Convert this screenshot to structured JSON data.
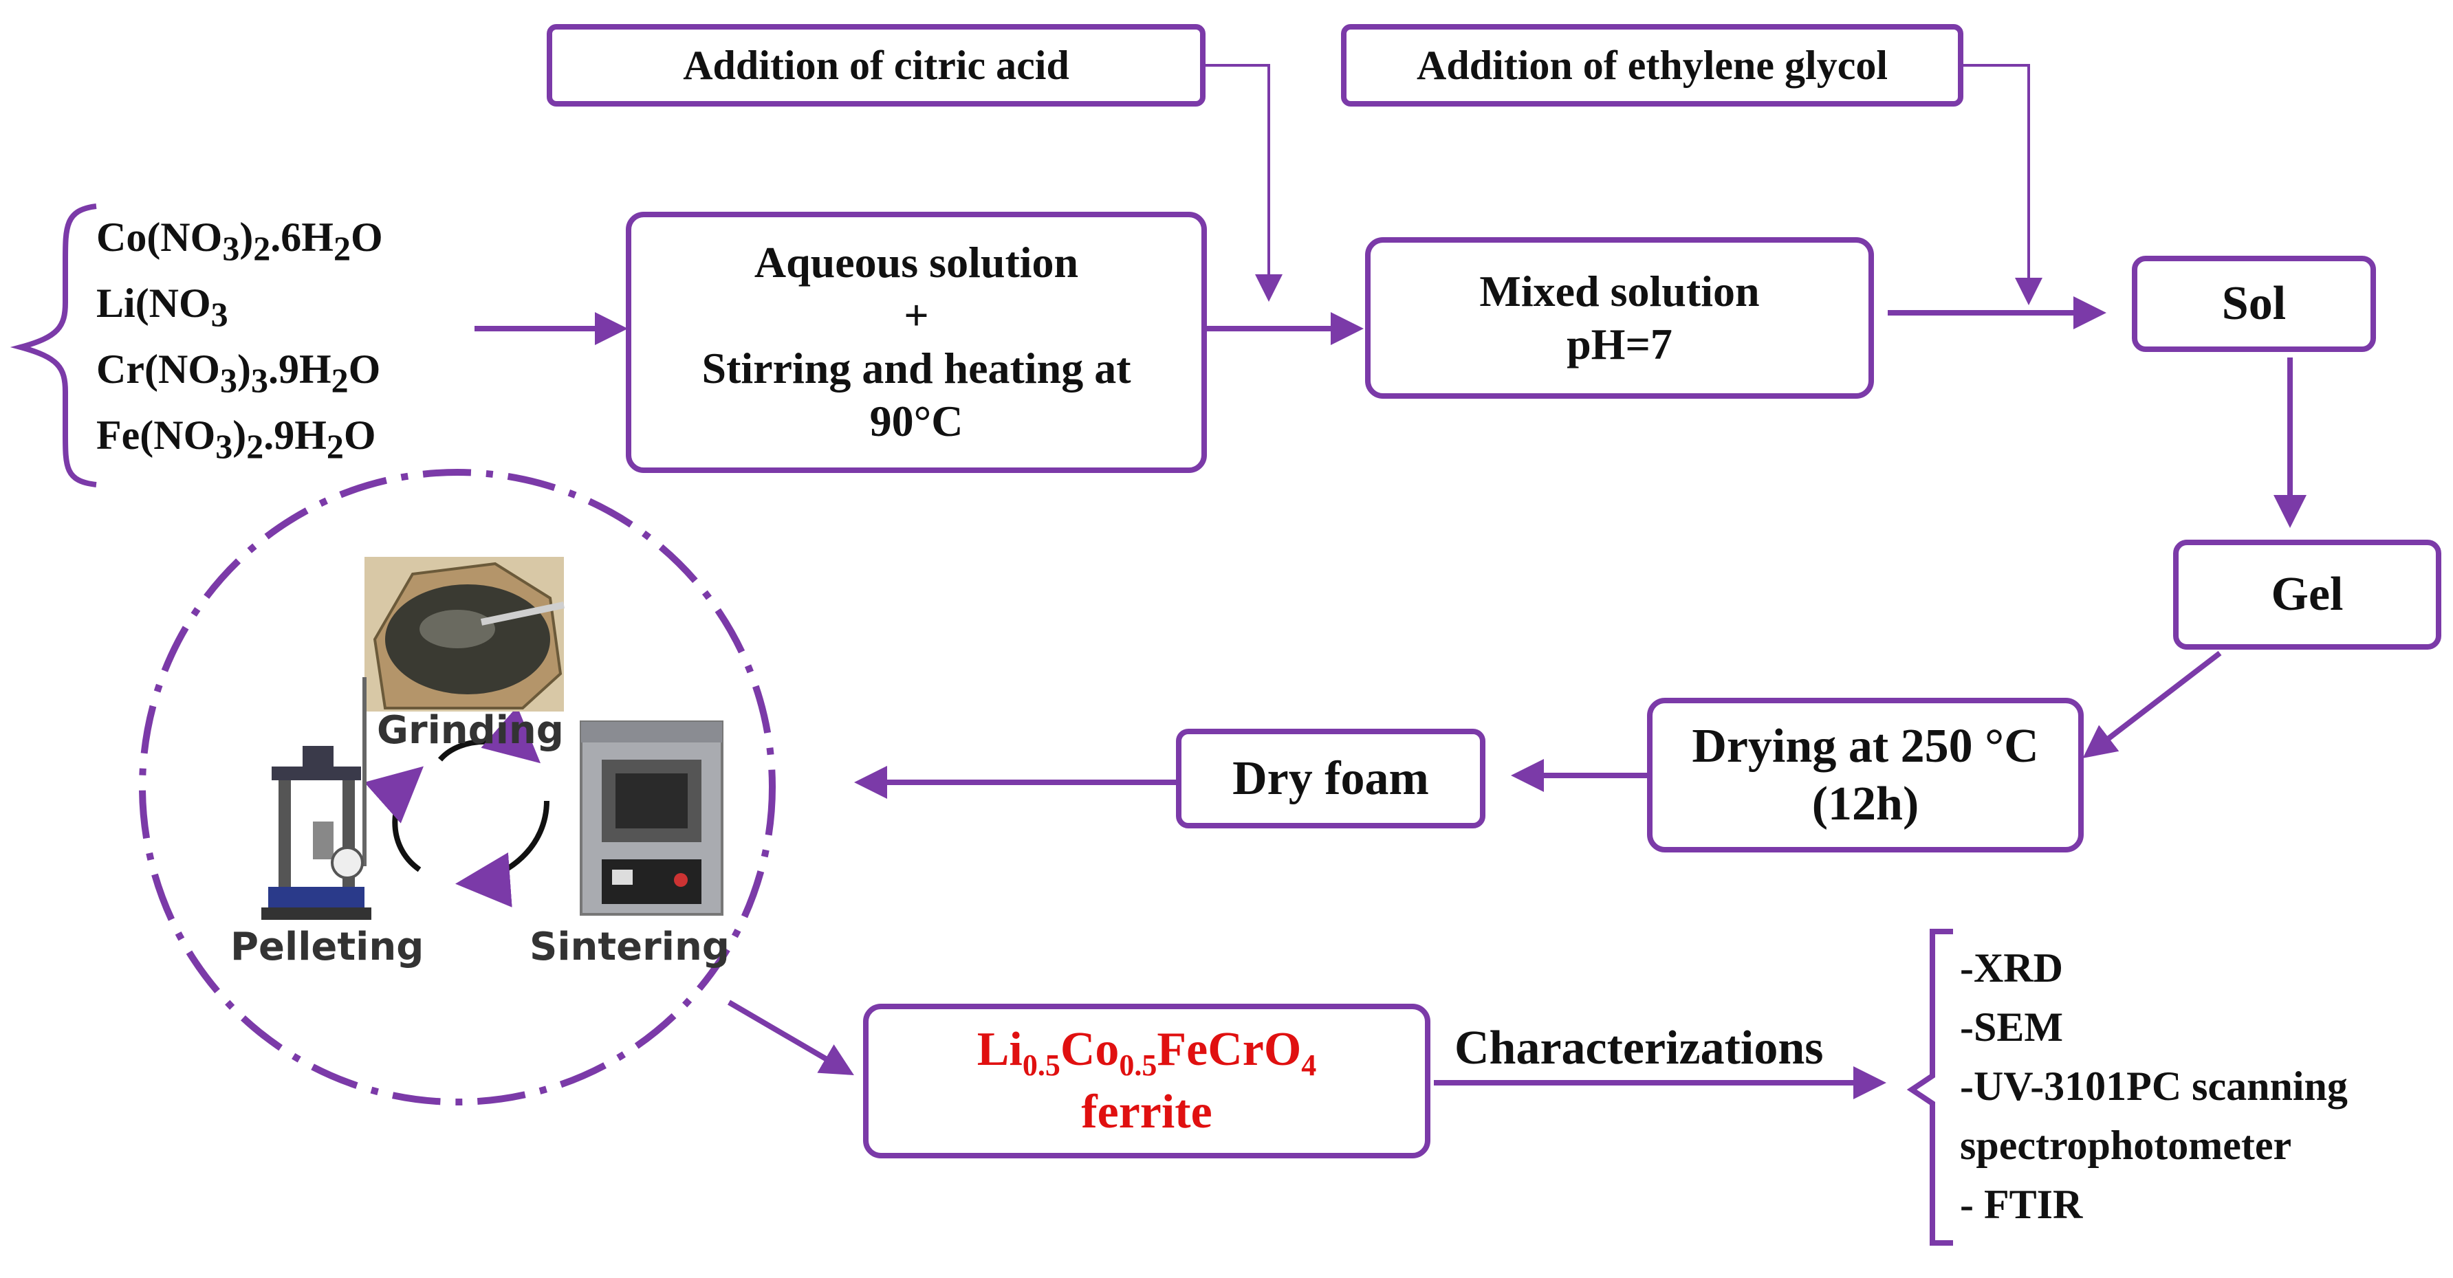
{
  "diagram": {
    "reagents": [
      {
        "main": "Co(NO",
        "sub1": "3",
        "mid": ")",
        "sub2": "2",
        "tail": ".6H",
        "sub3": "2",
        "end": "O"
      },
      {
        "main": "Li(NO",
        "sub1": "3",
        "mid": "",
        "sub2": "",
        "tail": "",
        "sub3": "",
        "end": ""
      },
      {
        "main": "Cr(NO",
        "sub1": "3",
        "mid": ")",
        "sub2": "3",
        "tail": ".9H",
        "sub3": "2",
        "end": "O"
      },
      {
        "main": "Fe(NO",
        "sub1": "3",
        "mid": ")",
        "sub2": "2",
        "tail": ".9H",
        "sub3": "2",
        "end": "O"
      }
    ],
    "citric_acid": "Addition of citric acid",
    "ethylene_glycol": "Addition of ethylene glycol",
    "aqueous": {
      "line1": "Aqueous solution",
      "line2": "+",
      "line3": "Stirring and heating at",
      "line4": "90°C"
    },
    "mixed": {
      "line1": "Mixed solution",
      "line2": "pH=7"
    },
    "sol": "Sol",
    "gel": "Gel",
    "drying": {
      "line1": "Drying at 250 °C",
      "line2": "(12h)"
    },
    "dry_foam": "Dry foam",
    "cycle": {
      "grinding": "Grinding",
      "pelleting": "Pelleting",
      "sintering": "Sintering"
    },
    "product": {
      "el1": "Li",
      "sub1": "0.5",
      "el2": "Co",
      "sub2": "0.5",
      "el3": "FeCrO",
      "sub3": "4",
      "line2": "ferrite"
    },
    "characterizations_label": "Characterizations",
    "characterizations": [
      "-XRD",
      "-SEM",
      "-UV-3101PC scanning",
      "spectrophotometer",
      "- FTIR"
    ]
  },
  "colors": {
    "accent": "#7b3aa8",
    "product_text": "#e01010",
    "text": "#111111"
  }
}
